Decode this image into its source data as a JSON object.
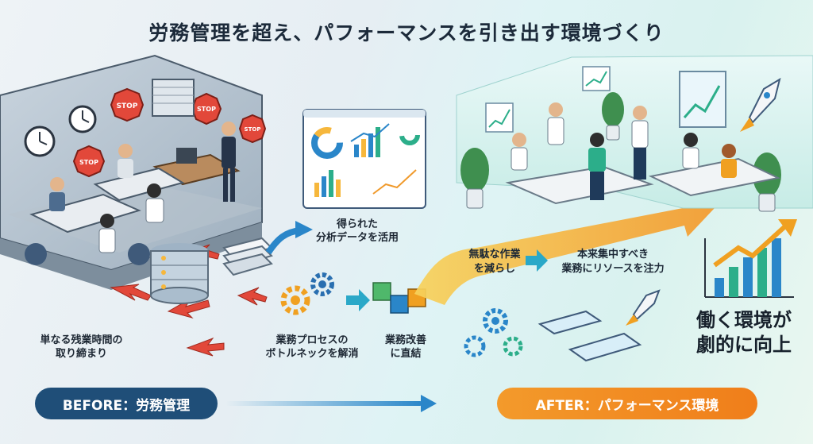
{
  "title": "労務管理を超え、パフォーマンスを引き出す環境づくり",
  "labels": {
    "overtime": [
      "単なる残業時間の",
      "取り締まり"
    ],
    "analytics": [
      "得られた",
      "分析データを活用"
    ],
    "bottleneck": [
      "業務プロセスの",
      "ボトルネックを解消"
    ],
    "improve": [
      "業務改善",
      "に直結"
    ],
    "reduce_waste": [
      "無駄な作業",
      "を減らし"
    ],
    "focus": [
      "本来集中すべき",
      "業務にリソースを注力"
    ],
    "result": [
      "働く環境が",
      "劇的に向上"
    ]
  },
  "stop_sign_text": "STOP",
  "before_label": "BEFORE：労務管理",
  "after_label": "AFTER：パフォーマンス環境",
  "colors": {
    "before": "#1f4e78",
    "after": "#f07e1a",
    "arrow_red": "#e2483a",
    "arrow_blue": "#2a86c9",
    "ribbon": "#f6b73c"
  }
}
